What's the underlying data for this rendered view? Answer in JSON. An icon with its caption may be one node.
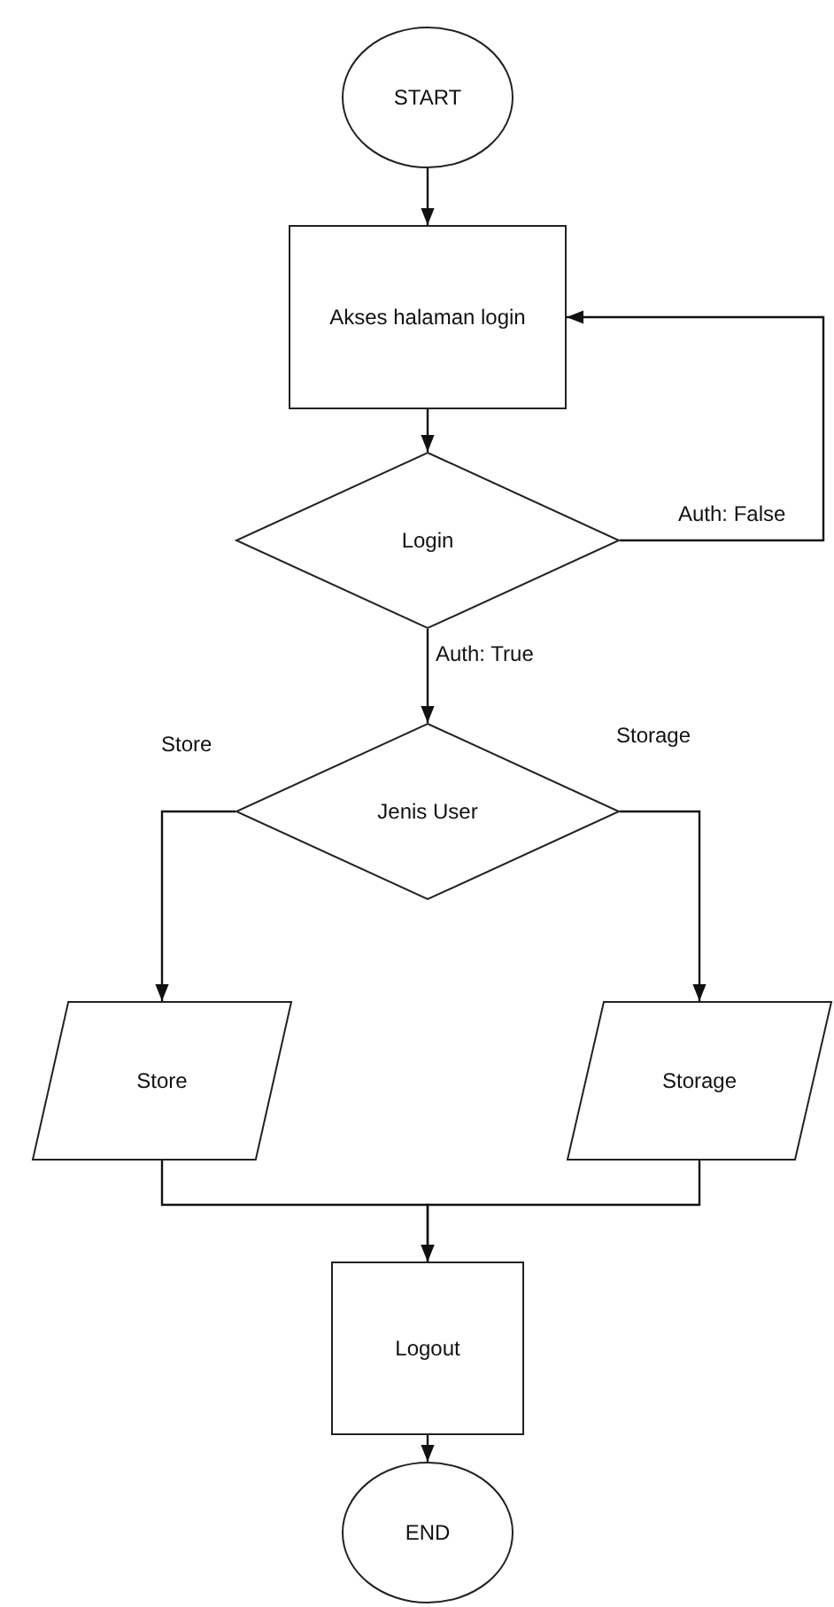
{
  "diagram": {
    "nodes": [
      {
        "text": [
          "START"
        ]
      },
      {
        "text": [
          "Akses halaman login"
        ]
      },
      {
        "text": [
          "Login"
        ]
      },
      {
        "text": [
          "Jenis User"
        ]
      },
      {
        "text": [
          "Store"
        ]
      },
      {
        "text": [
          "Storage"
        ]
      },
      {
        "text": [
          "Logout"
        ]
      },
      {
        "text": [
          "END"
        ]
      }
    ],
    "edges": [
      {
        "from": 0,
        "to": 1,
        "arrow": "to"
      },
      {
        "from": 1,
        "to": 2,
        "arrow": "to"
      },
      {
        "from": 2,
        "to": 1,
        "arrow": "to",
        "label": "Auth: False"
      },
      {
        "from": 2,
        "to": 3,
        "arrow": "to",
        "label": "Auth: True"
      },
      {
        "from": 3,
        "to": 4,
        "arrow": "to",
        "label": "Store"
      },
      {
        "from": 3,
        "to": 5,
        "arrow": "to",
        "label": "Storage"
      },
      {
        "from": 4,
        "to": 6,
        "arrow": "to"
      },
      {
        "from": 5,
        "to": 6,
        "arrow": "to"
      },
      {
        "from": 6,
        "to": 7,
        "arrow": "to"
      }
    ]
  }
}
